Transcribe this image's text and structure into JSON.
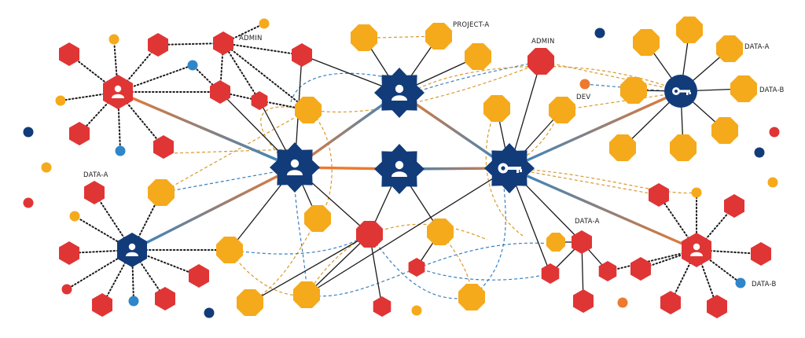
{
  "colors": {
    "navy": "#123b7a",
    "red": "#e03535",
    "amber": "#f5aa1c",
    "orange": "#ec7a2f",
    "blue": "#2f86c9",
    "dotted": "#1a1a1a",
    "dashed_blue": "#3a7fc0",
    "dashed_amber": "#d8992e"
  },
  "labels": {
    "admin_left": "ADMIN",
    "project_a": "PROJECT-A",
    "admin_top": "ADMIN",
    "data_a_top": "DATA-A",
    "data_b_top": "DATA-B",
    "dev": "DEV",
    "data_a_left": "DATA-A",
    "data_a_bottom": "DATA-A",
    "data_b_bottom": "DATA-B"
  },
  "icons": {
    "user": "user-icon",
    "key": "key-icon"
  }
}
